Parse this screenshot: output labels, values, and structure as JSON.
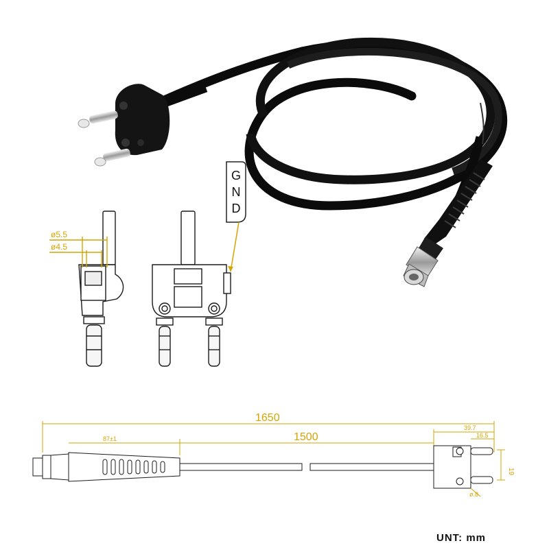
{
  "labels": {
    "gnd_letters": [
      "G",
      "N",
      "D"
    ],
    "dia_outer": "ø5.5",
    "dia_inner": "ø4.5",
    "total_length": "1650",
    "cable_length": "1500",
    "boot_length": "87±1",
    "plug_width": "39.7",
    "pin_offset": "16.5",
    "pin_spacing": "19",
    "hole_dia": "ø.8",
    "unit": "UNT:  mm"
  },
  "colors": {
    "dimension": "#d6a400",
    "ink": "#1a1a1a",
    "cable": "#0b0b0b"
  },
  "icons": [
    "banana-plug",
    "bnc-connector",
    "cable-coil"
  ]
}
